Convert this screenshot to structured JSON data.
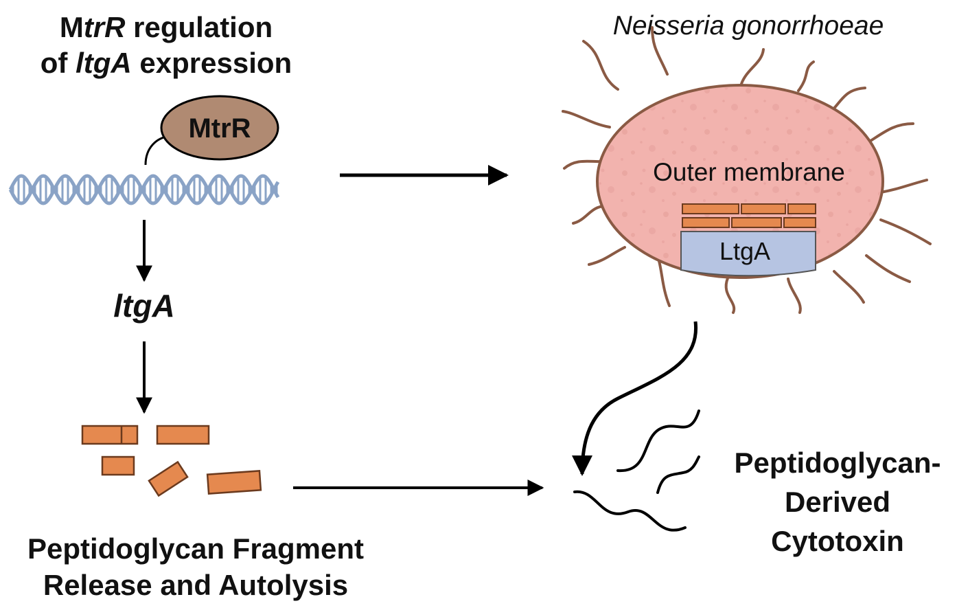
{
  "title": {
    "line1_part1": "M",
    "line1_italic": "trR",
    "line1_part2": " regulation",
    "line2_part1": "of ",
    "line2_italic": "ltgA",
    "line2_part2": " expression"
  },
  "regulator": {
    "label": "MtrR",
    "fill": "#b08a72"
  },
  "gene": {
    "label": "ltgA"
  },
  "organism": {
    "label": "Neisseria gonorrhoeae",
    "fill": "#f2b3ae"
  },
  "membrane": {
    "label": "Outer membrane",
    "enzyme_label": "LtgA",
    "enzyme_fill": "#b6c4e2"
  },
  "fragments": {
    "label_line1": "Peptidoglycan Fragment",
    "label_line2": "Release and Autolysis",
    "fill": "#e5894f"
  },
  "cytotoxin": {
    "label_line1": "Peptidoglycan-",
    "label_line2": "Derived",
    "label_line3": "Cytotoxin"
  },
  "colors": {
    "dna": "#8aa3c6",
    "arrow": "#000000",
    "flagella": "#8a5a44"
  }
}
